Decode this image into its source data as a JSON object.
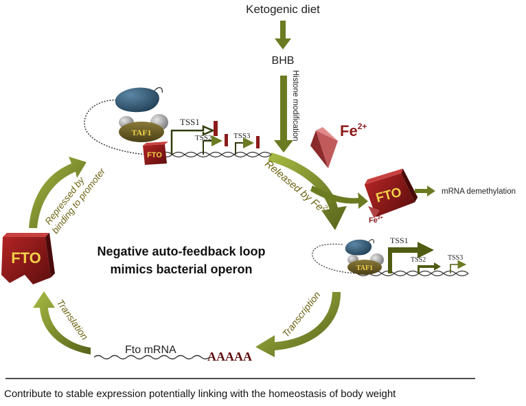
{
  "diagram": {
    "top_input": "Ketogenic diet",
    "metabolite": "BHB",
    "histone_label": "Histone modification",
    "iron_ion": "Fe",
    "iron_charge": "2+",
    "released_label": "Released by Fe",
    "released_charge": "2+",
    "protein": "FTO",
    "bound_ion": "Fe",
    "bound_charge": "2+",
    "output_label": "mRNA demethylation",
    "repressed_label_line1": "Repressed by",
    "repressed_label_line2": "binding to promoter",
    "center_title_line1": "Negative auto-feedback loop",
    "center_title_line2": "mimics bacterial operon",
    "transcription_label": "Transcription",
    "translation_label": "Translation",
    "mrna_label": "Fto mRNA",
    "polya_tail": "AAAAA",
    "tss_labels": [
      "TSS1",
      "TSS2",
      "TSS3"
    ],
    "taf_label": "TAF1",
    "footer": "Contribute to stable expression potentially linking with the homeostasis of body weight",
    "colors": {
      "arrow_green": "#6b7b22",
      "arrow_green_light": "#9aab3a",
      "fto_red": "#8e1a1a",
      "fto_dark": "#5e0e0e",
      "label_olive": "#6b6210",
      "repressor_bar": "#8b1a1a"
    }
  }
}
